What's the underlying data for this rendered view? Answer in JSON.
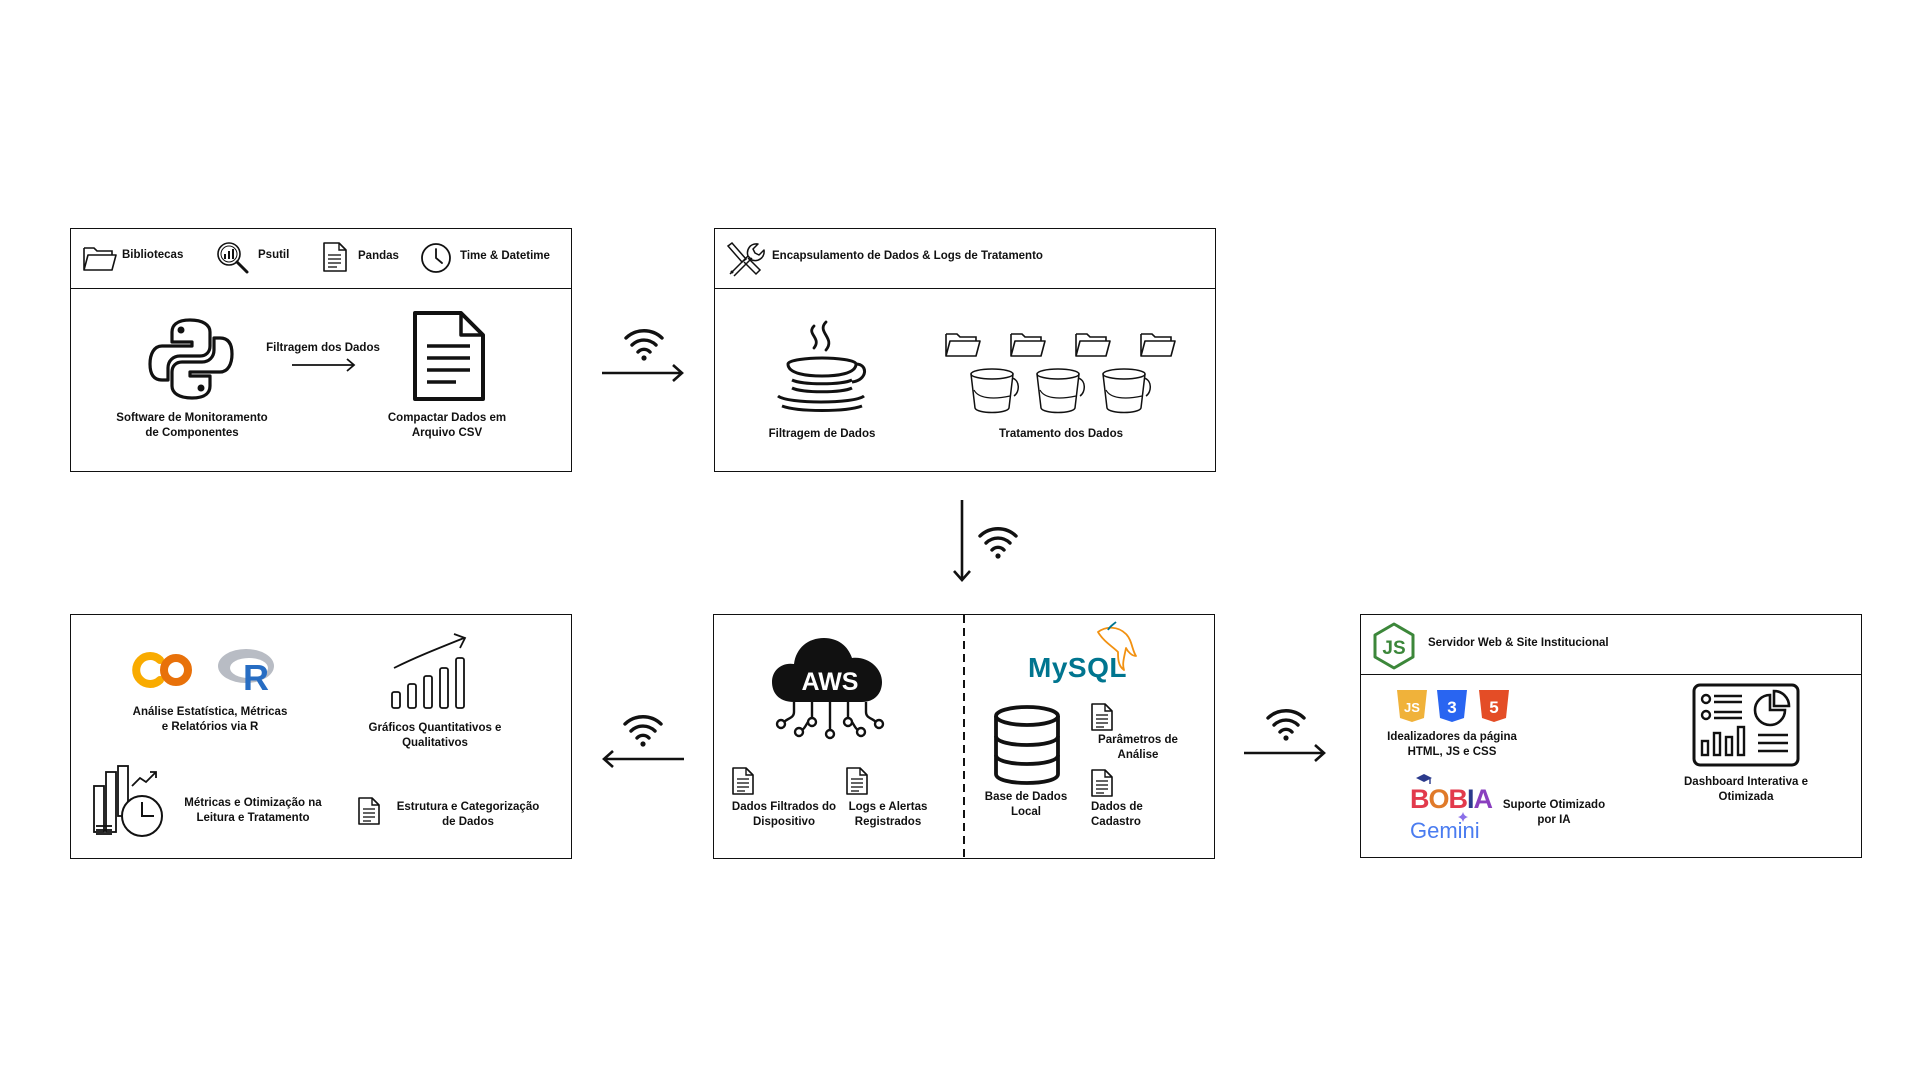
{
  "box1": {
    "header_items": [
      "Bibliotecas",
      "Psutil",
      "Pandas",
      "Time & Datetime"
    ],
    "source_label": "Software de Monitoramento\nde Componentes",
    "edge_label": "Filtragem dos Dados",
    "target_label": "Compactar Dados em\nArquivo CSV"
  },
  "box2": {
    "header_title": "Encapsulamento de Dados & Logs de Tratamento",
    "left_label": "Filtragem de Dados",
    "right_label": "Tratamento dos Dados"
  },
  "box3": {
    "aws_text": "AWS",
    "mysql_text": "MySQL",
    "doc1_label": "Dados Filtrados do\nDispositivo",
    "doc2_label": "Logs e Alertas\nRegistrados",
    "db_label": "Base de Dados\nLocal",
    "param_label": "Parâmetros de\nAnálise",
    "cadastro_label": "Dados de\nCadastro"
  },
  "box4": {
    "co_text": "CO",
    "r_text": "R",
    "analysis_label": "Análise Estatística, Métricas\ne Relatórios via R",
    "graphs_label": "Gráficos Quantitativos e\nQualitativos",
    "metrics_label": "Métricas e Otimização na\nLeitura e Tratamento",
    "structure_label": "Estrutura e Categorização\nde Dados"
  },
  "box5": {
    "header_title": "Servidor Web & Site Institucional",
    "js_text": "JS",
    "web_label": "Idealizadores da página\nHTML, JS e CSS",
    "bobia_text": "BOBIA",
    "gemini_text": "Gemini",
    "ai_label": "Suporte Otimizado\npor IA",
    "dashboard_label": "Dashboard Interativa e\nOtimizada"
  },
  "colors": {
    "line": "#111111",
    "colab_orange": "#f9ab00",
    "colab_yellow": "#e8710a",
    "r_blue": "#276dc3",
    "r_gray": "#b8bcc4",
    "mysql_blue": "#00758f",
    "mysql_orange": "#f29111",
    "node_green": "#3c873a",
    "js_yellow": "#f0b23a",
    "css_blue": "#2965f1",
    "html_orange": "#e44d26",
    "gemini_blue": "#4a7cf0"
  }
}
